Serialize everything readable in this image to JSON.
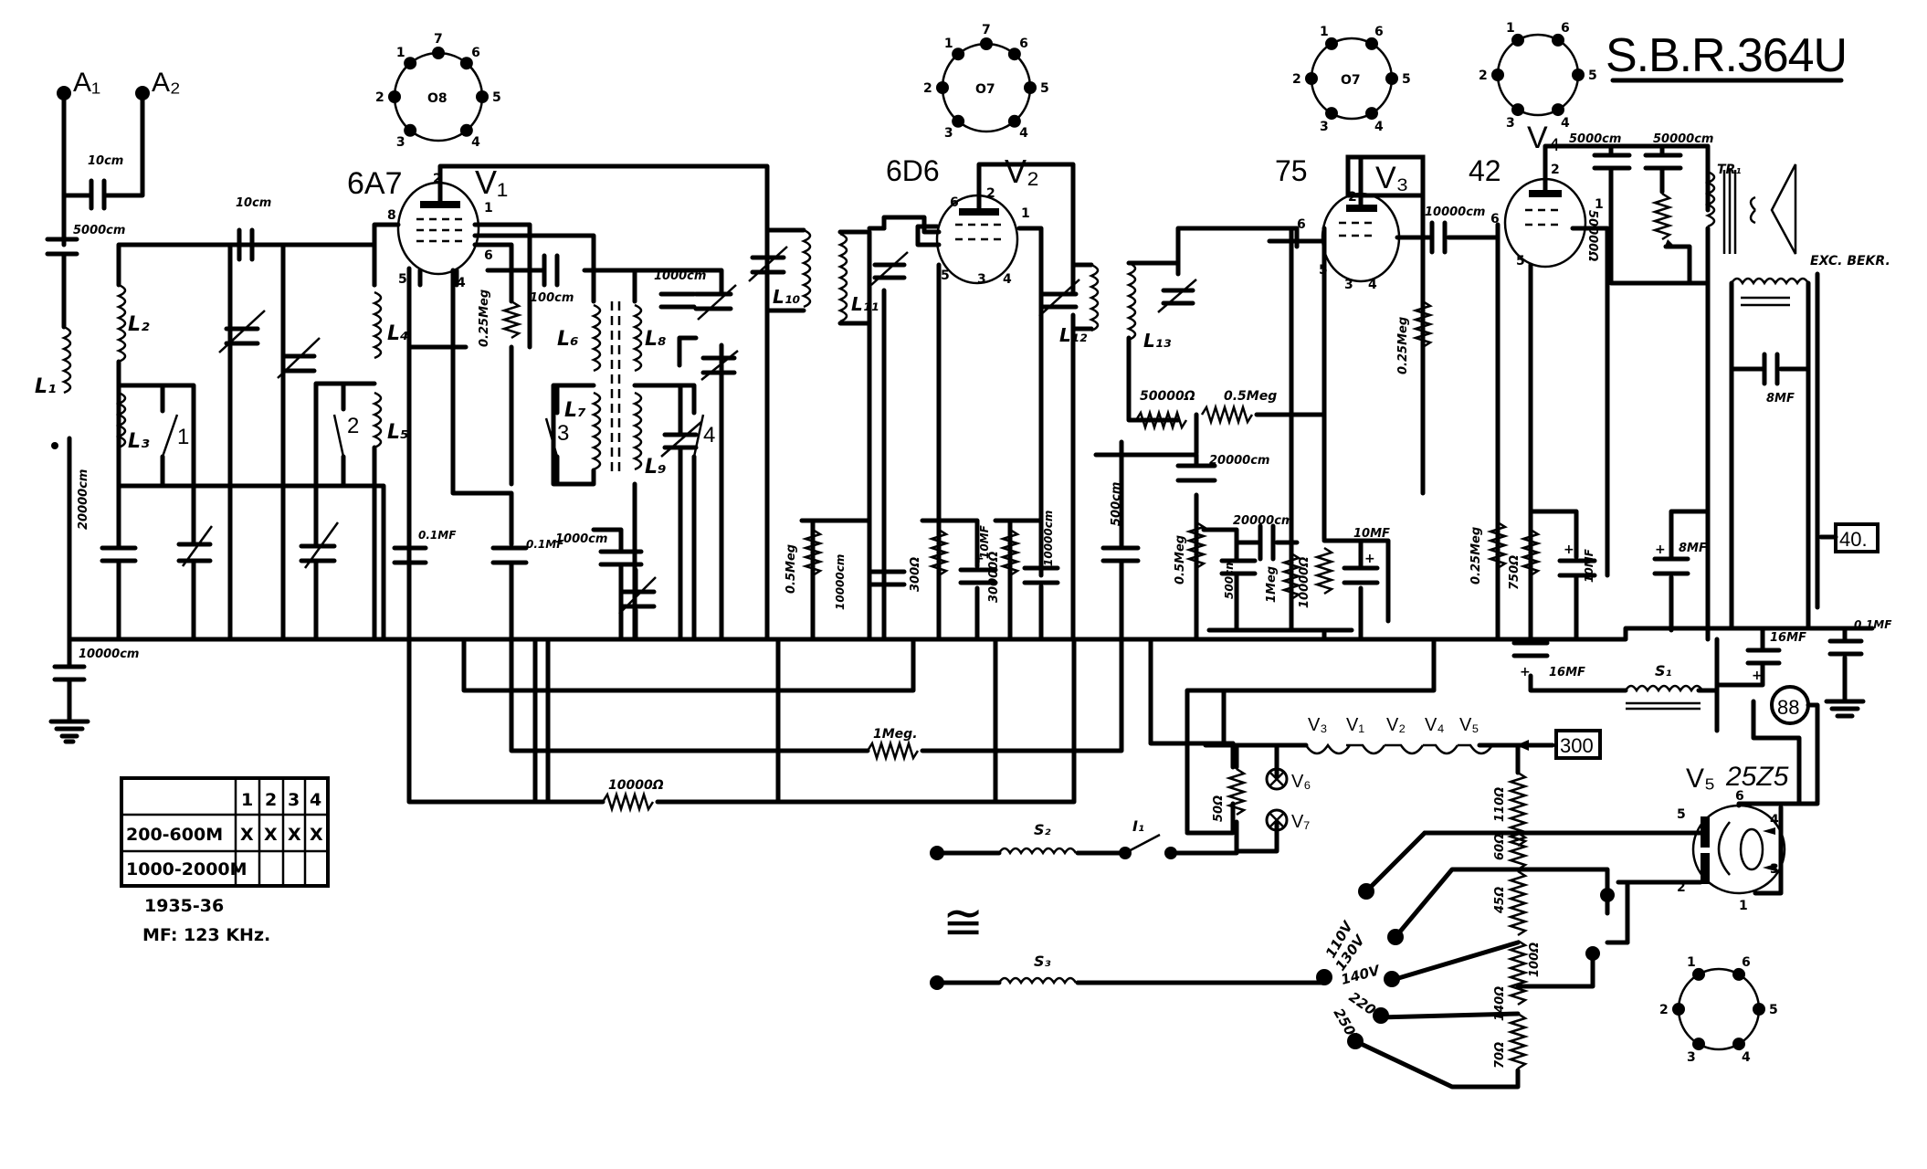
{
  "title": "S.B.R.364U",
  "antenna": {
    "a1": "A₁",
    "a2": "A₂"
  },
  "tubes": [
    {
      "ref": "V₁",
      "type": "6A7"
    },
    {
      "ref": "V₂",
      "type": "6D6"
    },
    {
      "ref": "V₃",
      "type": "75"
    },
    {
      "ref": "V₄",
      "type": "42"
    },
    {
      "ref": "V₅",
      "type": "25Z5"
    }
  ],
  "sockets": [
    {
      "pins": [
        "1",
        "2",
        "3",
        "4",
        "5",
        "6",
        "7"
      ],
      "key": "O8"
    },
    {
      "pins": [
        "1",
        "2",
        "3",
        "4",
        "5",
        "6",
        "7"
      ],
      "key": "O7"
    },
    {
      "pins": [
        "1",
        "2",
        "3",
        "4",
        "5",
        "6"
      ],
      "key": "O7"
    },
    {
      "pins": [
        "1",
        "2",
        "3",
        "4",
        "5",
        "6"
      ],
      "key": ""
    },
    {
      "pins": [
        "1",
        "2",
        "3",
        "4",
        "5",
        "6"
      ],
      "key": ""
    }
  ],
  "coils": [
    "L₁",
    "L₂",
    "L₃",
    "L₄",
    "L₅",
    "L₆",
    "L₇",
    "L₈",
    "L₉",
    "L₁₀",
    "L₁₁",
    "L₁₂",
    "L₁₃"
  ],
  "switches": [
    "1",
    "2",
    "3",
    "4",
    "I₁"
  ],
  "components": {
    "c_ant": "10cm",
    "c_ant2": "5000cm",
    "c_l2": "10cm",
    "c_ground": "10000cm",
    "c_l3": "20000cm",
    "c_v1k": "0.1MF",
    "c_v1s": "0.1MF",
    "c_osc": "100cm",
    "r_v1": "0.25Meg",
    "c_l8": "1000cm",
    "c_l7": "1000cm",
    "r_if1": "0.5Meg",
    "c_if1": "10000cm",
    "r_v2k": "300Ω",
    "c_v2k": "10MF",
    "r_v2s": "30000Ω",
    "c_v2s": "10000cm",
    "c_det": "500cm",
    "r_det1": "50000Ω",
    "r_det2": "0.5Meg",
    "c_det2": "20000cm",
    "r_vol": "0.5Meg",
    "c_det3": "500cm",
    "c_grid": "20000cm",
    "r_grid": "1Meg",
    "r_plate": "10000Ω",
    "c_v3": "10MF",
    "c_coup": "10000cm",
    "r_v3": "0.25Meg",
    "r_v4g": "0.25Meg",
    "r_v4k": "750Ω",
    "c_v4k": "10MF",
    "c_out1": "5000cm",
    "c_out2": "50000cm",
    "r_tone": "50000Ω",
    "transformer": "TR₁",
    "c_8mf1": "8MF",
    "c_8mf2": "8MF",
    "speaker": "EXC. BEKR.",
    "c_16a": "16MF",
    "c_16b": "16MF",
    "c_01": "0.1MF",
    "choke": "S₁",
    "choke2": "S₂",
    "choke3": "S₃",
    "r_1meg": "1Meg.",
    "r_10k": "10000Ω",
    "r_50": "50Ω",
    "lamps": [
      "V₆",
      "V₇"
    ],
    "heaters": [
      "V₃",
      "V₁",
      "V₂",
      "V₄",
      "V₅"
    ],
    "r_110": "110Ω",
    "r_60": "60Ω",
    "r_45": "45Ω",
    "r_100": "100Ω",
    "r_140": "140Ω",
    "r_70": "70Ω",
    "ac_symbol": "≅"
  },
  "mains_taps": [
    "110V",
    "130V",
    "140V",
    "220V",
    "250V"
  ],
  "markers": {
    "m300": "300",
    "m40": "40.",
    "m88": "88"
  },
  "band_table": {
    "headers": [
      "",
      "1",
      "2",
      "3",
      "4"
    ],
    "rows": [
      {
        "band": "200-600M",
        "cells": [
          "X",
          "X",
          "X",
          "X"
        ]
      },
      {
        "band": "1000-2000M",
        "cells": [
          "",
          "",
          "",
          ""
        ]
      }
    ]
  },
  "year": "1935-36",
  "if_freq": "MF: 123 KHz."
}
